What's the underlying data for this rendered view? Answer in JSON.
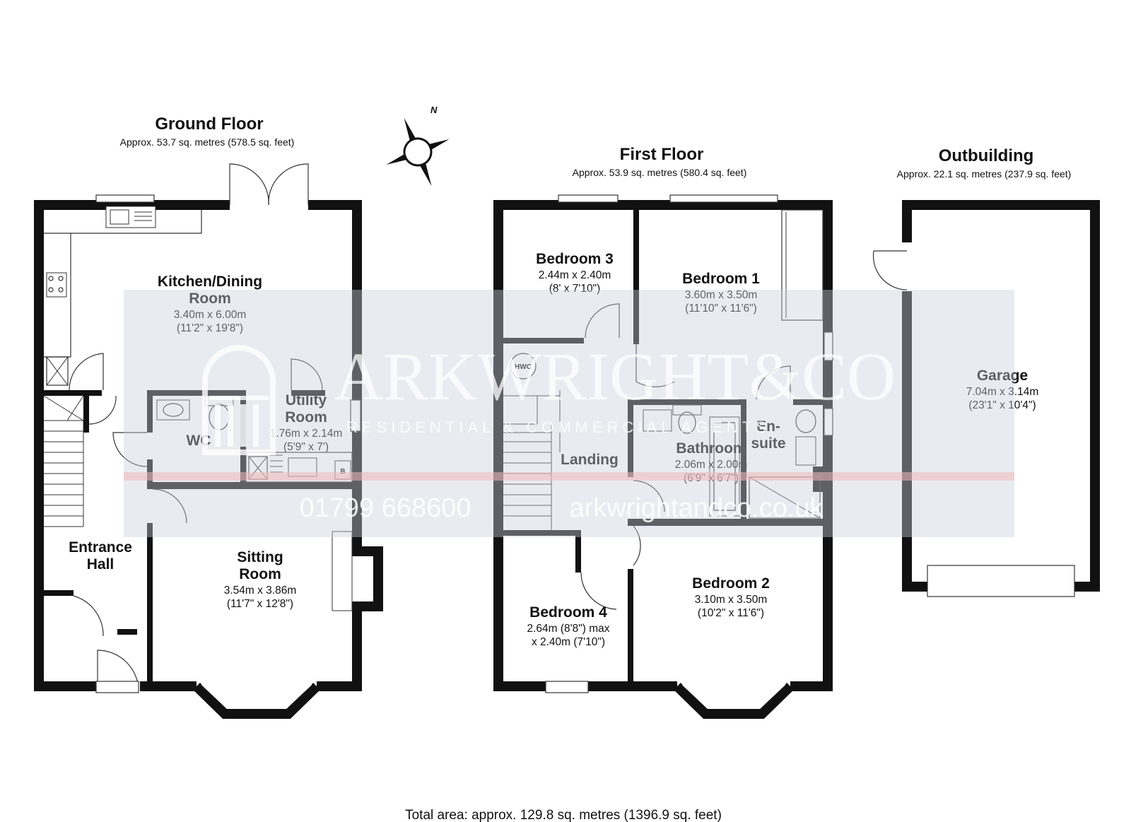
{
  "floors": {
    "ground": {
      "title": "Ground Floor",
      "area": "Approx. 53.7 sq. metres (578.5 sq. feet)",
      "rooms": {
        "kitchen": {
          "name1": "Kitchen/Dining",
          "name2": "Room",
          "dim1": "3.40m x 6.00m",
          "dim2": "(11'2\" x 19'8\")"
        },
        "wc": {
          "name1": "WC"
        },
        "utility": {
          "name1": "Utility",
          "name2": "Room",
          "dim1": "1.76m x 2.14m",
          "dim2": "(5'9\" x 7')"
        },
        "entrance": {
          "name1": "Entrance",
          "name2": "Hall"
        },
        "sitting": {
          "name1": "Sitting",
          "name2": "Room",
          "dim1": "3.54m x 3.86m",
          "dim2": "(11'7\" x 12'8\")"
        }
      },
      "boiler_label": "B"
    },
    "first": {
      "title": "First Floor",
      "area": "Approx. 53.9 sq. metres (580.4 sq. feet)",
      "rooms": {
        "bed3": {
          "name1": "Bedroom 3",
          "dim1": "2.44m x 2.40m",
          "dim2": "(8' x 7'10\")"
        },
        "bed1": {
          "name1": "Bedroom 1",
          "dim1": "3.60m x 3.50m",
          "dim2": "(11'10\" x 11'6\")"
        },
        "landing": {
          "name1": "Landing"
        },
        "bathroom": {
          "name1": "Bathroom",
          "dim1": "2.06m x 2.00m",
          "dim2": "(6'9\" x 6'7\")"
        },
        "ensuite": {
          "name1": "En-",
          "name2": "suite"
        },
        "bed4": {
          "name1": "Bedroom 4",
          "dim1": "2.64m (8'8\") max",
          "dim2": "x 2.40m (7'10\")"
        },
        "bed2": {
          "name1": "Bedroom 2",
          "dim1": "3.10m x 3.50m",
          "dim2": "(10'2\" x 11'6\")"
        }
      },
      "hwc_label": "HWC"
    },
    "outbuilding": {
      "title": "Outbuilding",
      "area": "Approx. 22.1 sq. metres (237.9 sq. feet)",
      "rooms": {
        "garage": {
          "name1": "Garage",
          "dim1": "7.04m x 3.14m",
          "dim2": "(23'1\" x 10'4\")"
        }
      }
    }
  },
  "compass": {
    "label": "N"
  },
  "watermark": {
    "name": "ARKWRIGHT&CO",
    "tagline": "RESIDENTIAL & COMMERCIAL AGENTS",
    "phone": "01799 668600",
    "website": "arkwrightandco.co.uk"
  },
  "total_area": "Total area: approx. 129.8 sq. metres (1396.9 sq. feet)",
  "colors": {
    "wall": "#111111",
    "watermark_band": "#c9d2dc",
    "watermark_stripe": "#f3b8b8"
  }
}
